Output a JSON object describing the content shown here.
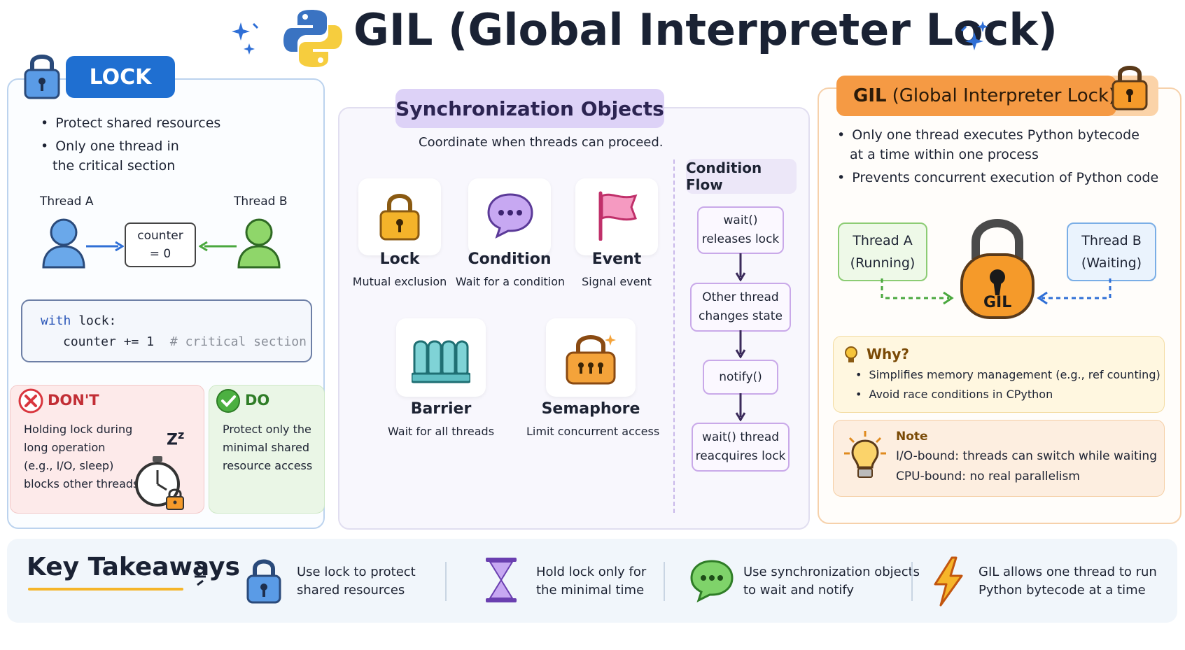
{
  "header": {
    "title": "GIL (Global Interpreter Lock)",
    "icons": [
      "python-logo-icon",
      "sparkle-icon"
    ]
  },
  "lock_panel": {
    "tag": "LOCK",
    "bullets": [
      "Protect shared resources",
      "Only one thread in",
      "the critical section"
    ],
    "thread_a": "Thread A",
    "thread_b": "Thread B",
    "counter_line1": "counter",
    "counter_line2": "= 0",
    "code_line1_kw": "with",
    "code_line1_rest": "lock:",
    "code_line2": "counter += 1",
    "code_line2_comment": "# critical section",
    "dont": {
      "title": "DON'T",
      "lines": [
        "Holding lock during",
        "long operation",
        "(e.g., I/O, sleep)",
        "blocks other threads"
      ],
      "zzz": "Z",
      "zzz_small": "z"
    },
    "do": {
      "title": "DO",
      "lines": [
        "Protect only the",
        "minimal shared",
        "resource access"
      ]
    }
  },
  "sync_panel": {
    "title": "Synchronization Objects",
    "subtitle": "Coordinate when threads can proceed.",
    "objects": [
      {
        "name": "Lock",
        "desc": "Mutual exclusion",
        "icon": "padlock-icon"
      },
      {
        "name": "Condition",
        "desc": "Wait for a condition",
        "icon": "speech-bubble-icon"
      },
      {
        "name": "Event",
        "desc": "Signal event",
        "icon": "flag-icon"
      },
      {
        "name": "Barrier",
        "desc": "Wait for all threads",
        "icon": "barrier-icon"
      },
      {
        "name": "Semaphore",
        "desc": "Limit concurrent access",
        "icon": "semaphore-lock-icon"
      }
    ],
    "condition_flow": {
      "title": "Condition Flow",
      "steps": [
        {
          "l1": "wait()",
          "l2": "releases lock"
        },
        {
          "l1": "Other thread",
          "l2": "changes state"
        },
        {
          "l1": "notify()",
          "l2": ""
        },
        {
          "l1": "wait() thread",
          "l2": "reacquires lock"
        }
      ]
    }
  },
  "gil_panel": {
    "tag_strong": "GIL",
    "tag_rest": "(Global Interpreter Lock)",
    "bullets": [
      [
        "Only one thread executes Python bytecode",
        "at a time within one process"
      ],
      [
        "Prevents concurrent execution of Python code"
      ]
    ],
    "thread_a": {
      "name": "Thread A",
      "state": "(Running)"
    },
    "thread_b": {
      "name": "Thread B",
      "state": "(Waiting)"
    },
    "lock_label": "GIL",
    "why": {
      "title": "Why?",
      "items": [
        "Simplifies memory management (e.g., ref counting)",
        "Avoid race conditions in CPython"
      ]
    },
    "note": {
      "title": "Note",
      "items": [
        "I/O-bound: threads can switch while waiting",
        "CPU-bound: no real parallelism"
      ]
    }
  },
  "footer": {
    "title": "Key Takeaways",
    "items": [
      {
        "l1": "Use lock to protect",
        "l2": "shared resources",
        "icon": "padlock-icon"
      },
      {
        "l1": "Hold lock only for",
        "l2": "the minimal time",
        "icon": "hourglass-icon"
      },
      {
        "l1": "Use synchronization objects",
        "l2": "to wait and notify",
        "icon": "chat-bubble-icon"
      },
      {
        "l1": "GIL allows one thread to run",
        "l2": "Python bytecode at a time",
        "icon": "lightning-icon"
      }
    ]
  },
  "colors": {
    "lock_blue": "#1f6fd1",
    "sync_purple": "#ddd2f7",
    "gil_orange": "#f59a44",
    "dont_red": "#d9363e",
    "do_green": "#3fa33a"
  }
}
